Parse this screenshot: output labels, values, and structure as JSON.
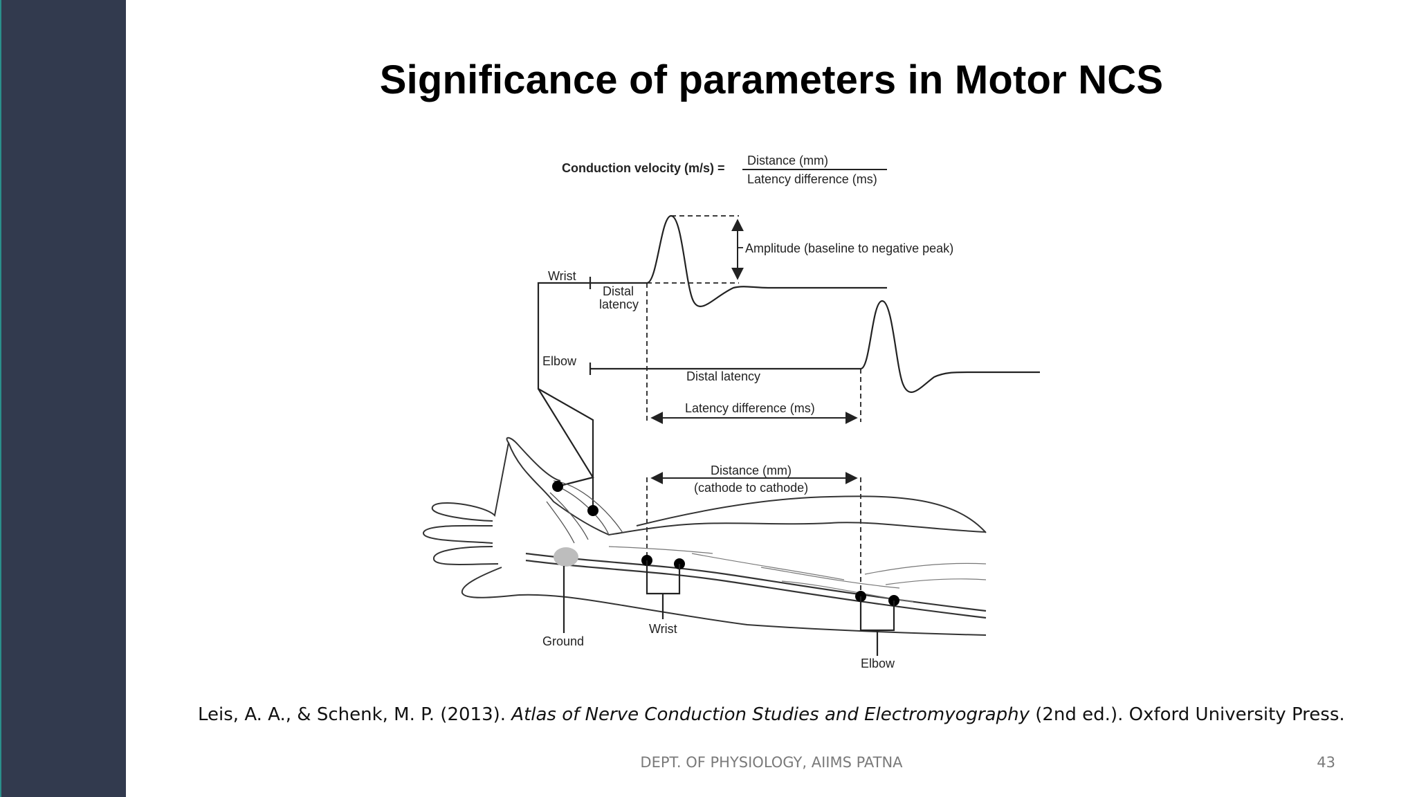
{
  "slide": {
    "title": "Significance of parameters in Motor NCS",
    "footer": "DEPT. OF PHYSIOLOGY, AIIMS PATNA",
    "page_number": "43"
  },
  "citation": {
    "authors": "Leis, A. A., & Schenk, M. P. (2013). ",
    "book_title": "Atlas of Nerve Conduction Studies and Electromyography",
    "publisher": " (2nd ed.). Oxford University Press."
  },
  "figure": {
    "formula_lhs": "Conduction velocity (m/s) =",
    "formula_numerator": "Distance (mm)",
    "formula_denominator": "Latency difference (ms)",
    "amplitude_label": "Amplitude (baseline to negative peak)",
    "wrist_trace_label": "Wrist",
    "distal_latency_line1": "Distal",
    "distal_latency_line2": "latency",
    "elbow_trace_label": "Elbow",
    "elbow_latency_label": "Distal latency",
    "latency_difference_label": "Latency difference (ms)",
    "distance_label_line1": "Distance (mm)",
    "distance_label_line2": "(cathode to cathode)",
    "ground_label": "Ground",
    "wrist_electrode_label": "Wrist",
    "elbow_electrode_label": "Elbow"
  }
}
